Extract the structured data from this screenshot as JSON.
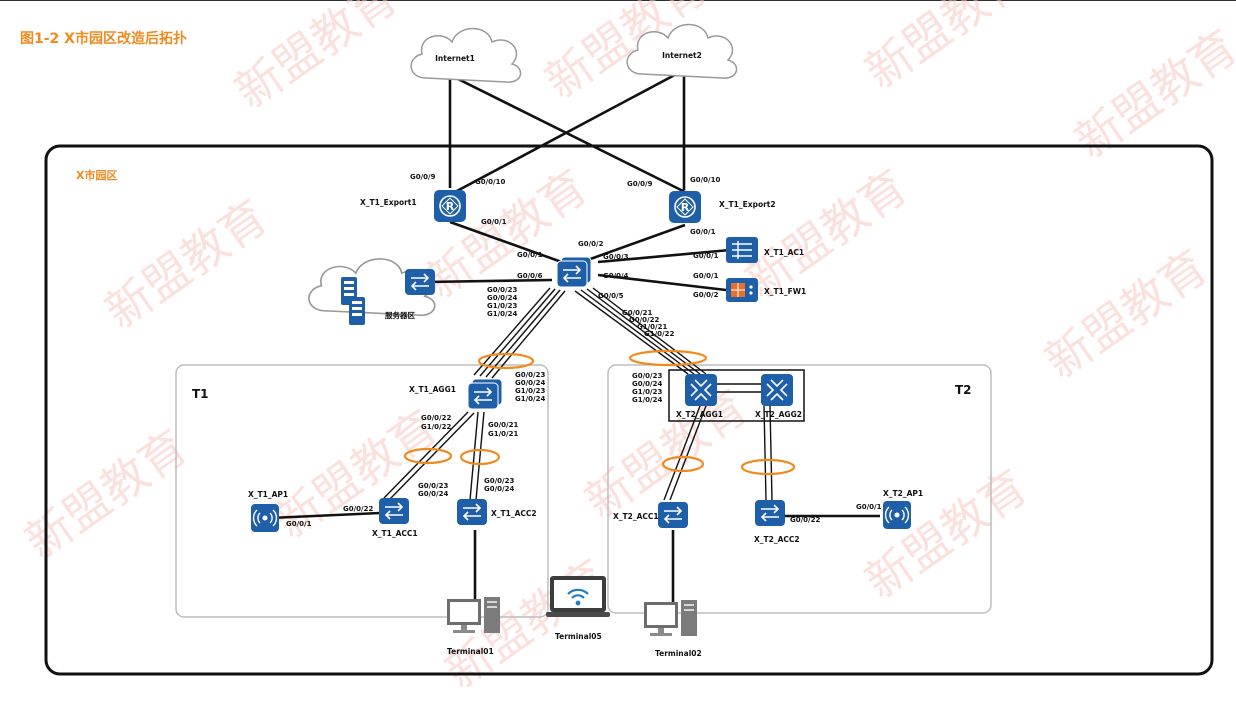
{
  "title": "图1-2 X市园区改造后拓扑",
  "watermark": "新盟教育",
  "zones": {
    "campus": "X市园区",
    "t1": "T1",
    "t2": "T2",
    "servers": "服务器区"
  },
  "clouds": {
    "internet1": "Internet1",
    "internet2": "Internet2"
  },
  "devices": {
    "export1": "X_T1_Export1",
    "export2": "X_T1_Export2",
    "ac1": "X_T1_AC1",
    "fw1": "X_T1_FW1",
    "t1_agg1": "X_T1_AGG1",
    "t2_agg1": "X_T2_AGG1",
    "t2_agg2": "X_T2_AGG2",
    "t1_acc1": "X_T1_ACC1",
    "t1_acc2": "X_T1_ACC2",
    "t2_acc1": "X_T2_ACC1",
    "t2_acc2": "X_T2_ACC2",
    "t1_ap1": "X_T1_AP1",
    "t2_ap1": "X_T2_AP1",
    "terminal01": "Terminal01",
    "terminal02": "Terminal02",
    "terminal05": "Terminal05"
  },
  "ports": {
    "e1_g009": "G0/0/9",
    "e1_g0010": "G0/0/10",
    "e1_g001": "G0/0/1",
    "e2_g009": "G0/0/9",
    "e2_g0010": "G0/0/10",
    "e2_g001": "G0/0/1",
    "core_g001": "G0/0/1",
    "core_g002": "G0/0/2",
    "core_g003": "G0/0/3",
    "core_g004": "G0/0/4",
    "core_g005": "G0/0/5",
    "core_g006": "G0/0/6",
    "ac_g001": "G0/0/1",
    "fw_g001": "G0/0/1",
    "fw_g002": "G0/0/2",
    "core_t1_1": "G0/0/23",
    "core_t1_2": "G0/0/24",
    "core_t1_3": "G1/0/23",
    "core_t1_4": "G1/0/24",
    "core_t2_1": "G0/0/21",
    "core_t2_2": "G0/0/22",
    "core_t2_3": "G1/0/21",
    "core_t2_4": "G1/0/22",
    "agg1_up_1": "G0/0/23",
    "agg1_up_2": "G0/0/24",
    "agg1_up_3": "G1/0/23",
    "agg1_up_4": "G1/0/24",
    "agg1_acc1_1": "G0/0/22",
    "agg1_acc1_2": "G1/0/22",
    "agg1_acc2_1": "G0/0/21",
    "agg1_acc2_2": "G1/0/21",
    "acc1_up_1": "G0/0/23",
    "acc1_up_2": "G0/0/24",
    "acc2_up_1": "G0/0/23",
    "acc2_up_2": "G0/0/24",
    "acc1_ap": "G0/0/22",
    "ap1_port": "G0/0/1",
    "t2agg_up_1": "G0/0/23",
    "t2agg_up_2": "G0/0/24",
    "t2agg_up_3": "G1/0/23",
    "t2agg_up_4": "G1/0/24",
    "t2acc2_ap": "G0/0/22",
    "t2ap1_port": "G0/0/1"
  },
  "colors": {
    "device_blue": "#1f5fa8",
    "accent_orange": "#f08a1f",
    "firewall_orange": "#e8702a",
    "zone_border": "#bdbdbd",
    "campus_border": "#111111"
  }
}
